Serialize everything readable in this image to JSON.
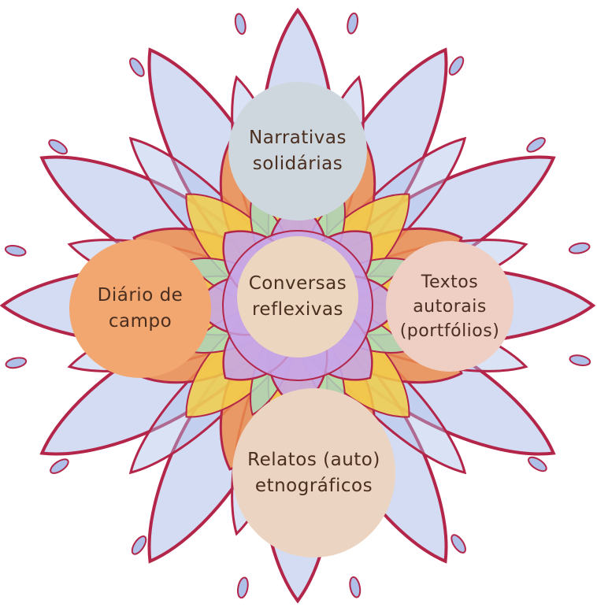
{
  "nodes": {
    "top": {
      "label": "Narrativas\nsolidárias",
      "color": "#cfd7de"
    },
    "center": {
      "label": "Conversas\nreflexivas",
      "color": "#ecd6bf"
    },
    "left": {
      "label": "Diário de\ncampo",
      "color": "#f2a670"
    },
    "right": {
      "label": "Textos\nautorais\n(portfólios)",
      "color": "#efcfc4"
    },
    "bottom": {
      "label": "Relatos (auto)\netnográficos",
      "color": "#ebd4c1"
    }
  },
  "mandala_colors": {
    "outline": "#b3264a",
    "petal_blue": "#aebfe8",
    "petal_orange": "#ec8d4c",
    "petal_yellow": "#f2cf4a",
    "petal_purple": "#c7a6e6",
    "leaf_green": "#a9e0c0"
  }
}
